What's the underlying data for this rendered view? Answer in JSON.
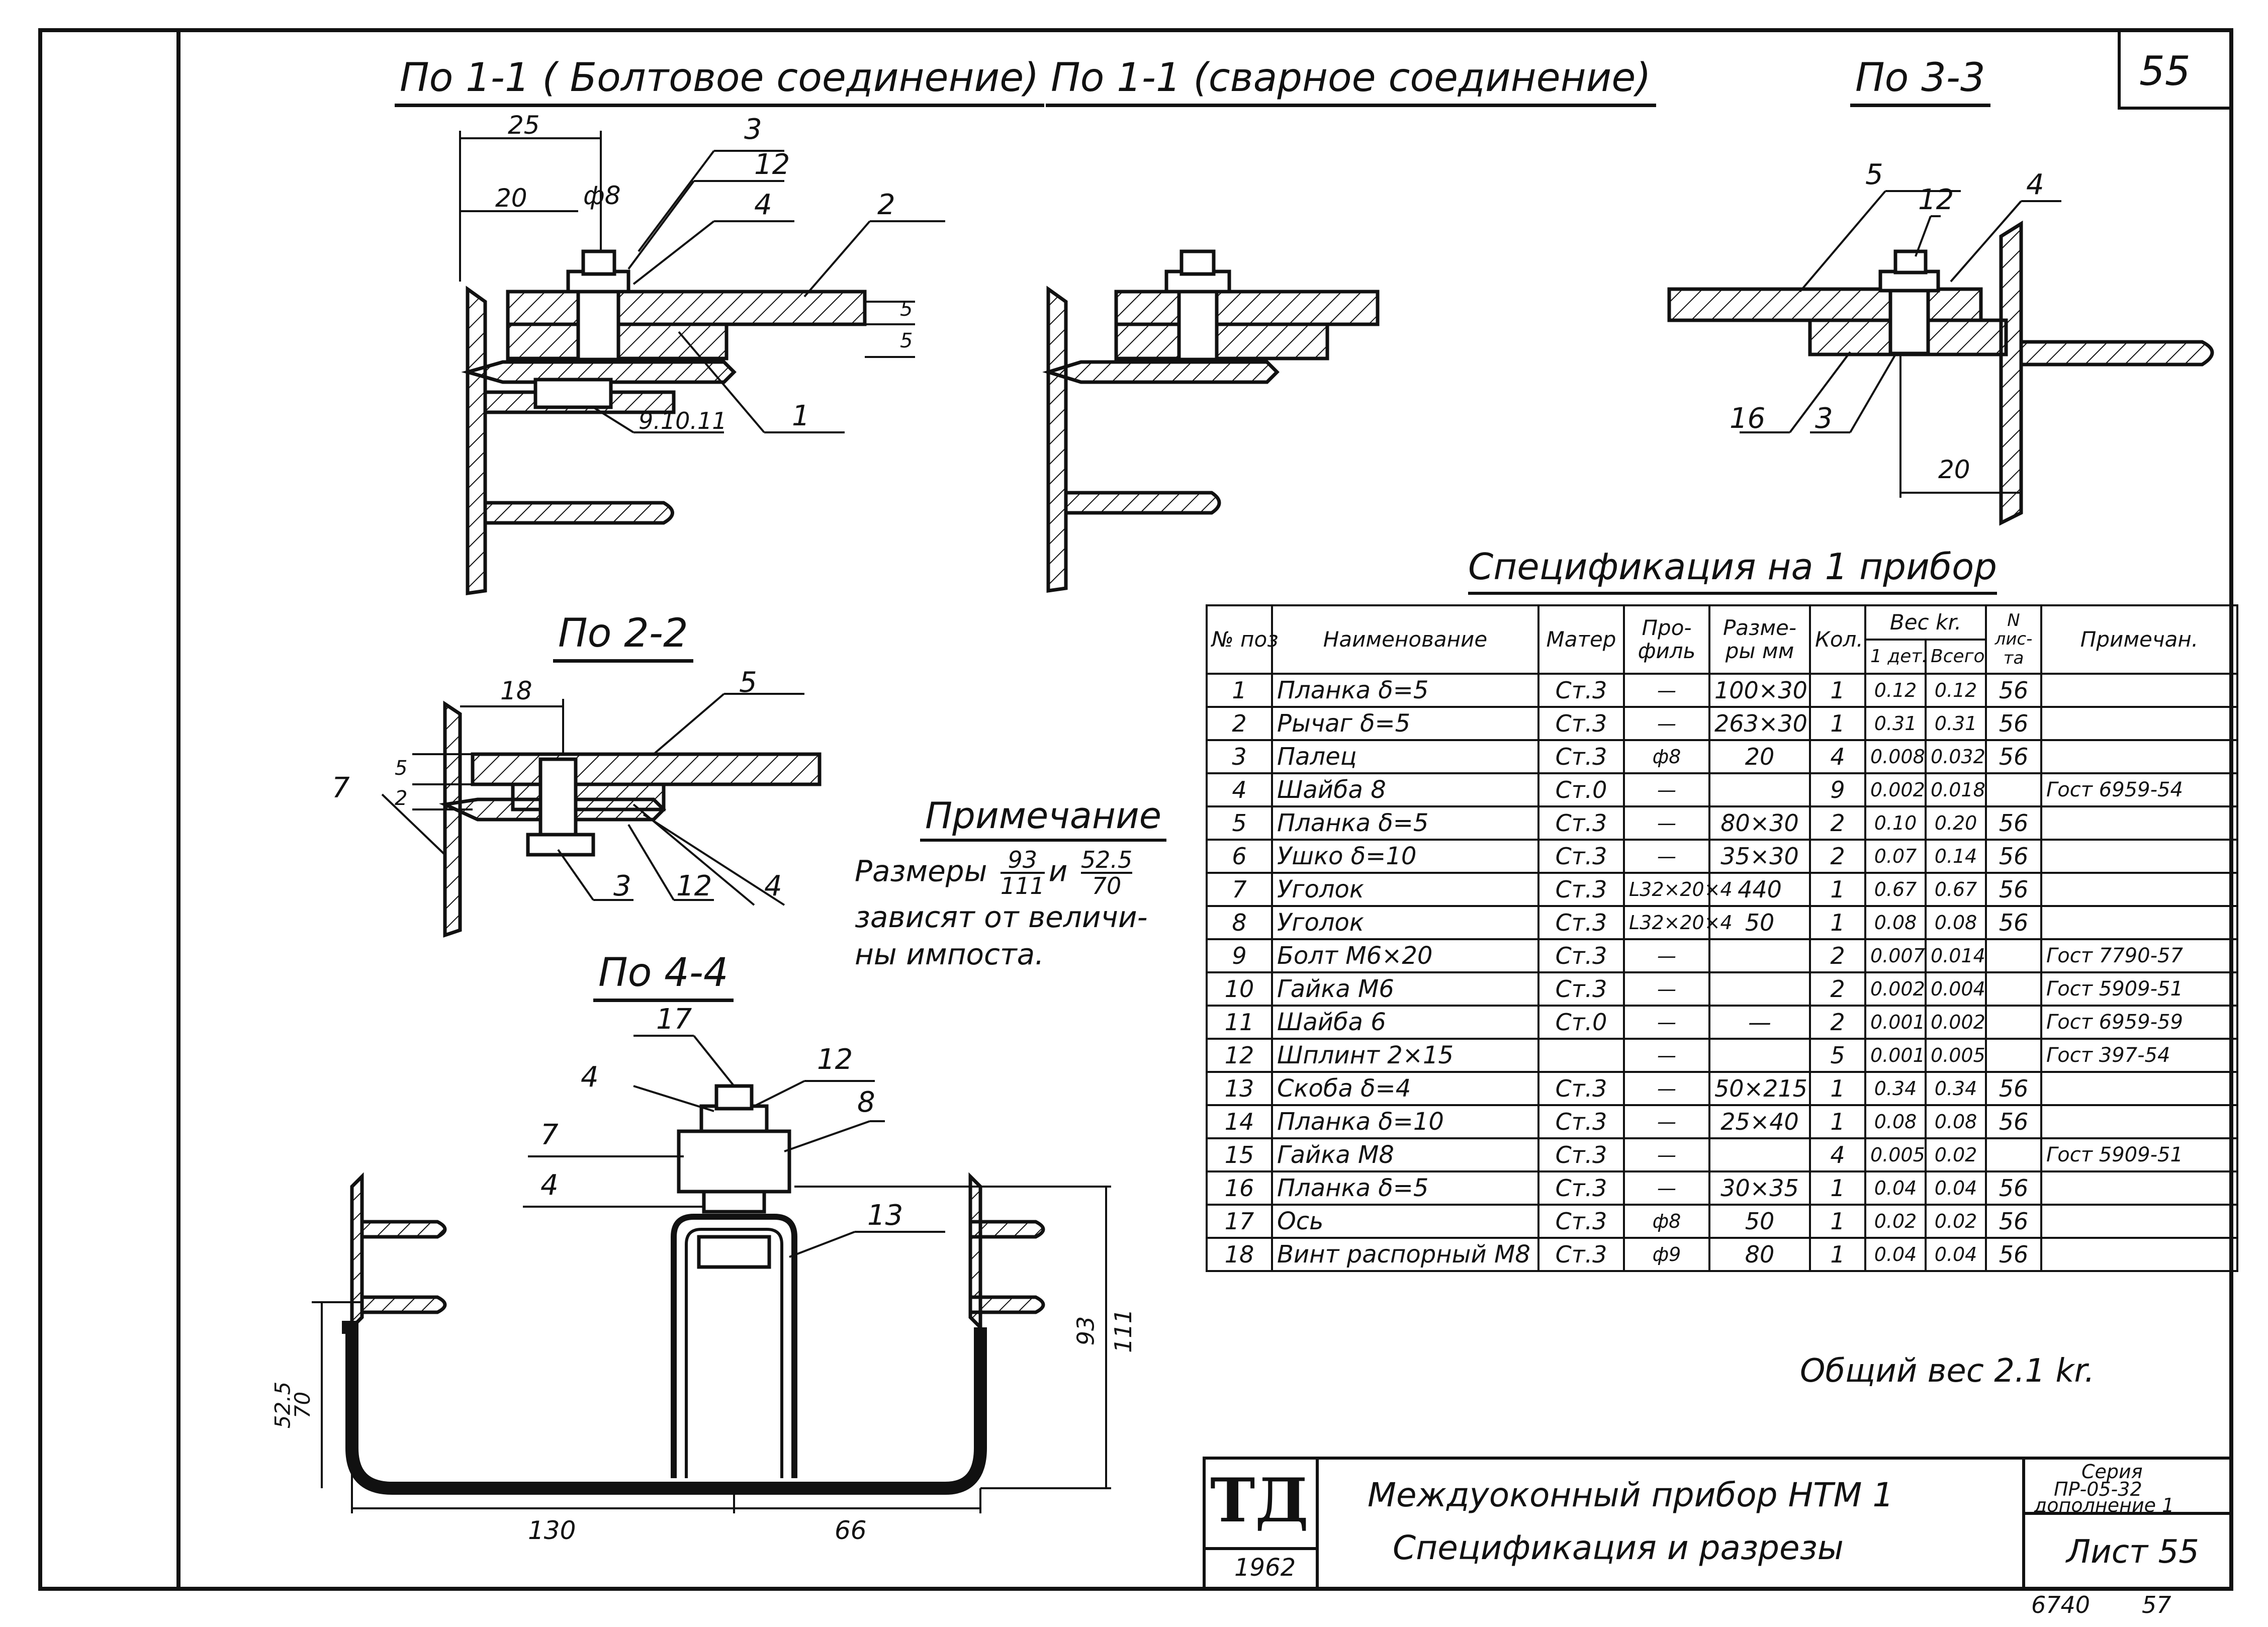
{
  "sheet_number": "55",
  "views": {
    "bolted": {
      "title": "По 1-1 ( Болтовое соединение)",
      "dims": [
        "25",
        "20",
        "ф8",
        "5",
        "5"
      ],
      "callouts": [
        "3",
        "12",
        "4",
        "2",
        "1",
        "9.10.11"
      ]
    },
    "welded": {
      "title": "По 1-1 (сварное соединение)"
    },
    "section33": {
      "title": "По 3-3",
      "dims": [
        "20"
      ],
      "callouts": [
        "5",
        "12",
        "4",
        "16",
        "3"
      ]
    },
    "section22": {
      "title": "По 2-2",
      "dims": [
        "18",
        "5",
        "2"
      ],
      "callouts": [
        "5",
        "7",
        "3",
        "12",
        "4"
      ]
    },
    "section44": {
      "title": "По 4-4",
      "dims": [
        "93",
        "111",
        "52.5",
        "70",
        "130",
        "66"
      ],
      "callouts": [
        "17",
        "12",
        "4",
        "8",
        "7",
        "4",
        "13"
      ]
    }
  },
  "note": {
    "title": "Примечание",
    "line1_prefix": "Размеры",
    "frac1_top": "93",
    "frac1_bottom": "111",
    "and": "и",
    "frac2_top": "52.5",
    "frac2_bottom": "70",
    "line2": "зависят от величи-",
    "line3": "ны импоста."
  },
  "spec": {
    "title": "Спецификация на 1 прибор",
    "headers": {
      "pos": "№ поз",
      "name": "Наименование",
      "material": "Матер",
      "profile": "Про-филь",
      "size": "Разме-ры мм",
      "qty": "Кол.",
      "weight": "Вес kr.",
      "w_part": "1 дет.",
      "w_total": "Всего",
      "sheet": "N лис-та",
      "note": "Примечан."
    },
    "rows": [
      [
        "1",
        "Планка δ=5",
        "Ст.3",
        "—",
        "100×30",
        "1",
        "0.12",
        "0.12",
        "56",
        ""
      ],
      [
        "2",
        "Рычаг δ=5",
        "Ст.3",
        "—",
        "263×30",
        "1",
        "0.31",
        "0.31",
        "56",
        ""
      ],
      [
        "3",
        "Палец",
        "Ст.3",
        "ф8",
        "20",
        "4",
        "0.008",
        "0.032",
        "56",
        ""
      ],
      [
        "4",
        "Шайба 8",
        "Ст.0",
        "—",
        "",
        "9",
        "0.002",
        "0.018",
        "",
        "Гост 6959-54"
      ],
      [
        "5",
        "Планка δ=5",
        "Ст.3",
        "—",
        "80×30",
        "2",
        "0.10",
        "0.20",
        "56",
        ""
      ],
      [
        "6",
        "Ушко δ=10",
        "Ст.3",
        "—",
        "35×30",
        "2",
        "0.07",
        "0.14",
        "56",
        ""
      ],
      [
        "7",
        "Уголок",
        "Ст.3",
        "L32×20×4",
        "440",
        "1",
        "0.67",
        "0.67",
        "56",
        ""
      ],
      [
        "8",
        "Уголок",
        "Ст.3",
        "L32×20×4",
        "50",
        "1",
        "0.08",
        "0.08",
        "56",
        ""
      ],
      [
        "9",
        "Болт М6×20",
        "Ст.3",
        "—",
        "",
        "2",
        "0.007",
        "0.014",
        "",
        "Гост 7790-57"
      ],
      [
        "10",
        "Гайка М6",
        "Ст.3",
        "—",
        "",
        "2",
        "0.002",
        "0.004",
        "",
        "Гост 5909-51"
      ],
      [
        "11",
        "Шайба 6",
        "Ст.0",
        "—",
        "—",
        "2",
        "0.001",
        "0.002",
        "",
        "Гост 6959-59"
      ],
      [
        "12",
        "Шплинт 2×15",
        "",
        "—",
        "",
        "5",
        "0.001",
        "0.005",
        "",
        "Гост 397-54"
      ],
      [
        "13",
        "Скоба δ=4",
        "Ст.3",
        "—",
        "50×215",
        "1",
        "0.34",
        "0.34",
        "56",
        ""
      ],
      [
        "14",
        "Планка δ=10",
        "Ст.3",
        "—",
        "25×40",
        "1",
        "0.08",
        "0.08",
        "56",
        ""
      ],
      [
        "15",
        "Гайка М8",
        "Ст.3",
        "—",
        "",
        "4",
        "0.005",
        "0.02",
        "",
        "Гост 5909-51"
      ],
      [
        "16",
        "Планка δ=5",
        "Ст.3",
        "—",
        "30×35",
        "1",
        "0.04",
        "0.04",
        "56",
        ""
      ],
      [
        "17",
        "Ось",
        "Ст.3",
        "ф8",
        "50",
        "1",
        "0.02",
        "0.02",
        "56",
        ""
      ],
      [
        "18",
        "Винт распорный М8",
        "Ст.3",
        "ф9",
        "80",
        "1",
        "0.04",
        "0.04",
        "56",
        ""
      ]
    ],
    "total": "Общий вес 2.1 kr."
  },
  "title_block": {
    "logo": "ТД",
    "year": "1962",
    "title_line1": "Междуоконный прибор НТМ 1",
    "title_line2": "Спецификация и разрезы",
    "series_line1": "Серия",
    "series_line2": "ПР-05-32",
    "series_line3": "дополнение 1",
    "sheet": "Лист 55"
  },
  "stamp": {
    "order": "6740",
    "num": "57"
  }
}
